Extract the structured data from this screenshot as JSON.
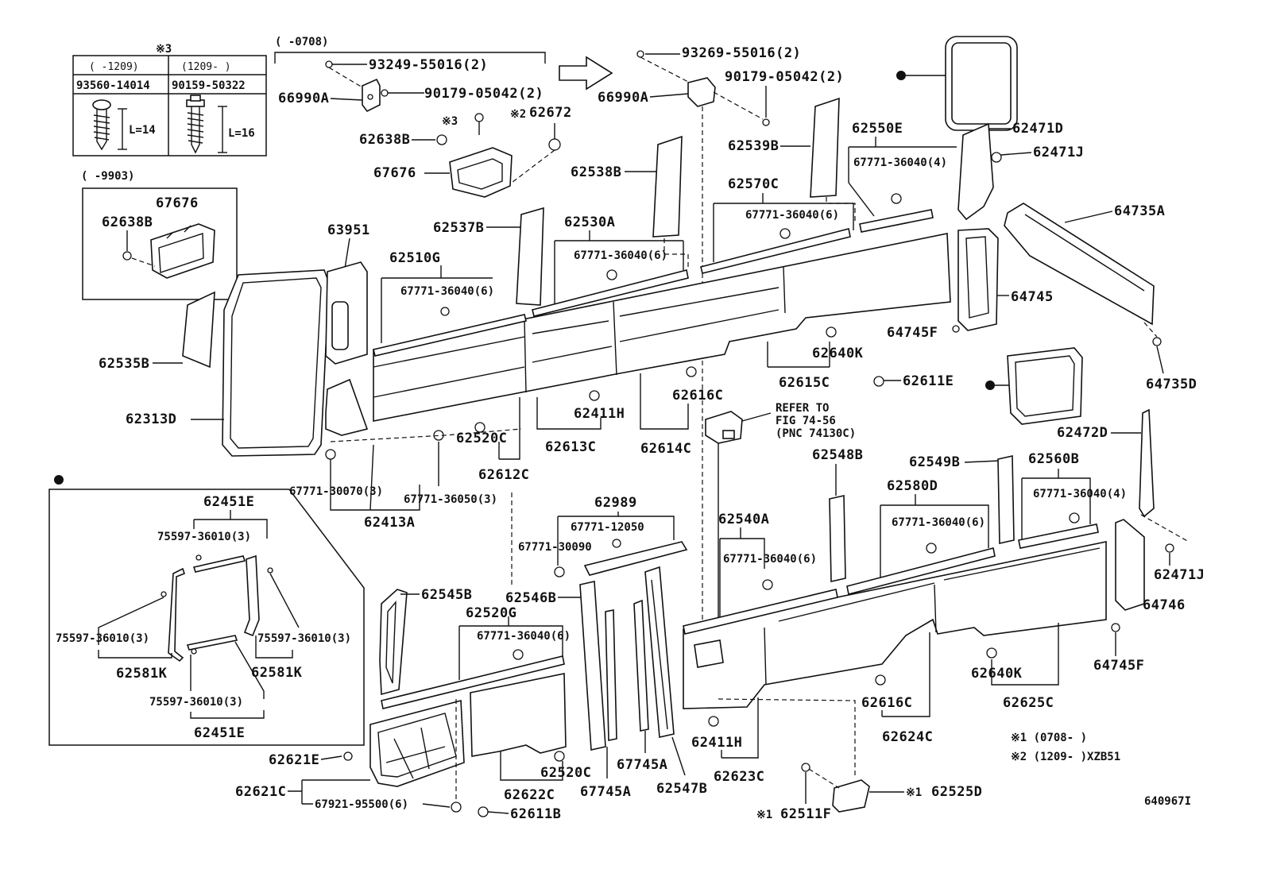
{
  "labels": {
    "l66990A_left": "66990A",
    "l66990A_right": "66990A",
    "l93249": "93249-55016(2)",
    "l93269": "93269-55016(2)",
    "l90179_left": "90179-05042(2)",
    "l90179_right": "90179-05042(2)",
    "l62638B_top": "62638B",
    "l62638B_box": "62638B",
    "l62672": "62672",
    "l67676_main": "67676",
    "l67676_box": "67676",
    "l63951": "63951",
    "l62510G": "62510G",
    "l62537B": "62537B",
    "l62530A": "62530A",
    "l62538B": "62538B",
    "l62539B": "62539B",
    "l62570C": "62570C",
    "l62550E": "62550E",
    "l62471D": "62471D",
    "l62471J_top": "62471J",
    "l62471J_right": "62471J",
    "l64735A": "64735A",
    "l64735D": "64735D",
    "l64745": "64745",
    "l64745F_top": "64745F",
    "l64745F_right": "64745F",
    "l64746": "64746",
    "l62535B": "62535B",
    "l62313D": "62313D",
    "l62640K_top": "62640K",
    "l62640K_bottom": "62640K",
    "l62615C": "62615C",
    "l62611E": "62611E",
    "l62616C_top": "62616C",
    "l62616C_bottom": "62616C",
    "l62411H_top": "62411H",
    "l62411H_bottom": "62411H",
    "l62613C": "62613C",
    "l62614C": "62614C",
    "l62520C_top": "62520C",
    "l62520C_bottom": "62520C",
    "l62612C": "62612C",
    "l62413A": "62413A",
    "l67771_30070": "67771-30070(3)",
    "l67771_36050": "67771-36050(3)",
    "l67771_36040_6_a": "67771-36040(6)",
    "l67771_36040_6_b": "67771-36040(6)",
    "l67771_36040_6_c": "67771-36040(6)",
    "l67771_36040_4_a": "67771-36040(4)",
    "l67771_36040_6_d": "67771-36040(6)",
    "l67771_36040_6_e": "67771-36040(6)",
    "l67771_36040_4_b": "67771-36040(4)",
    "l67771_36040_6_f": "67771-36040(6)",
    "l62472D": "62472D",
    "l62548B": "62548B",
    "l62549B": "62549B",
    "l62560B": "62560B",
    "l62580D": "62580D",
    "l62540A": "62540A",
    "l62989": "62989",
    "l67771_12050": "67771-12050",
    "l67771_30090": "67771-30090",
    "l62545B": "62545B",
    "l62546B": "62546B",
    "l62520G": "62520G",
    "l62621E": "62621E",
    "l62621C": "62621C",
    "l67921": "67921-95500(6)",
    "l62611B": "62611B",
    "l62622C": "62622C",
    "l67745A_left": "67745A",
    "l67745A_right": "67745A",
    "l62547B": "62547B",
    "l62623C": "62623C",
    "l62624C": "62624C",
    "l62625C": "62625C",
    "l62511F": "62511F",
    "l62525D": "62525D",
    "l62451E_top": "62451E",
    "l62451E_bottom": "62451E",
    "l75597_a": "75597-36010(3)",
    "l75597_b": "75597-36010(3)",
    "l75597_c": "75597-36010(3)",
    "l75597_d": "75597-36010(3)",
    "l62581K_left": "62581K",
    "l62581K_right": "62581K",
    "note_0708": "(     -0708)",
    "note_9903": "(     -9903)",
    "refer_1": "REFER TO",
    "refer_2": "FIG 74-56",
    "refer_3": "(PNC 74130C)",
    "mark_x3_top": "※3",
    "mark_x3_screw": "※3",
    "mark_x2": "※2",
    "mark_x1_a": "※1",
    "mark_x1_b": "※1",
    "footnote_1": "※1 (0708-       )",
    "footnote_2": "※2 (1209-       )XZB51",
    "figure_code": "640967I"
  },
  "screw_table": {
    "header_left": "(     -1209)",
    "header_right": "(1209-     )",
    "part_left": "93560-14014",
    "part_right": "90159-50322",
    "length_left": "L=14",
    "length_right": "L=16"
  }
}
